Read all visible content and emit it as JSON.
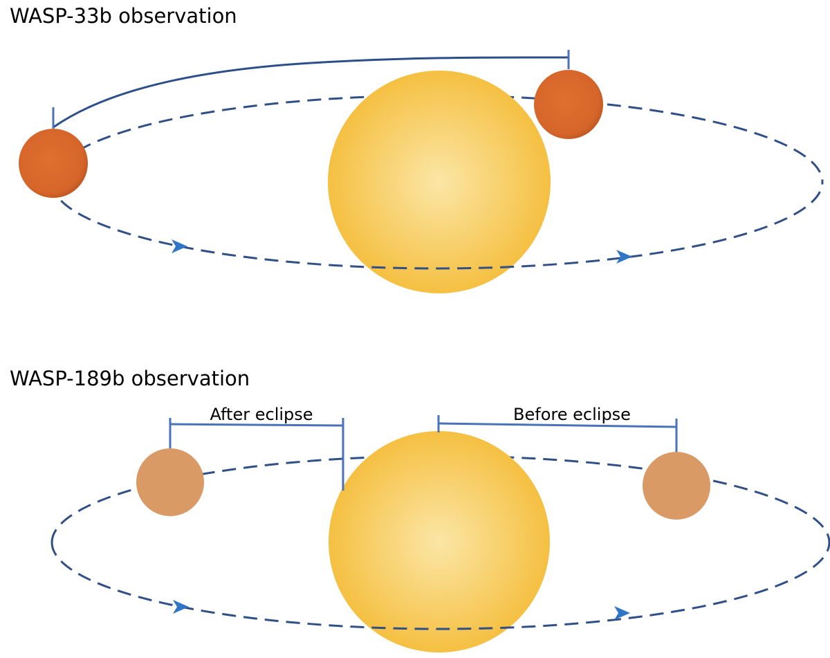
{
  "panels": [
    {
      "title": "WASP-33b observation"
    },
    {
      "title": "WASP-189b observation",
      "labels": {
        "after": "After eclipse",
        "before": "Before eclipse"
      }
    }
  ],
  "colors": {
    "orbit": "#2f4f86",
    "bracket": "#4a72b8",
    "arrow": "#2f76c6",
    "star_center": "#fbe6a6",
    "star_edge": "#f5c042",
    "planet_wasp33": "#d9692c",
    "planet_wasp189": "#d99a65"
  }
}
